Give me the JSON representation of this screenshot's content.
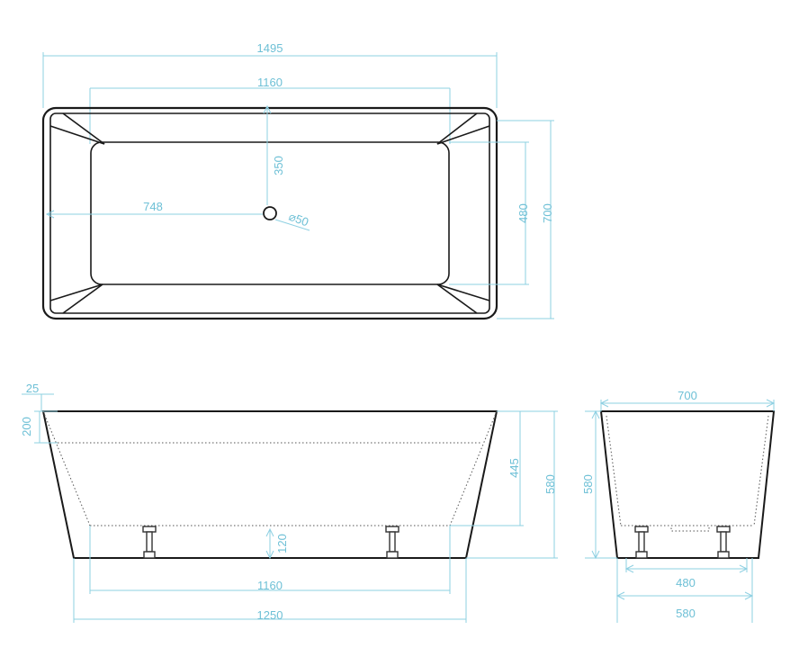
{
  "colors": {
    "outline": "#1a1a1a",
    "dimension": "#8ed0e2",
    "dimension_text": "#6ec0d6",
    "background": "#ffffff"
  },
  "top_view": {
    "overall_length": "1495",
    "inner_length": "1160",
    "drain_offset_y": "350",
    "drain_offset_x": "748",
    "drain_diameter": "⌀50",
    "inner_width": "480",
    "overall_width": "700"
  },
  "side_view": {
    "rim_thickness": "25",
    "rim_depth": "200",
    "inner_depth": "445",
    "overall_height": "580",
    "foot_height": "120",
    "base_inner_length": "1160",
    "base_length": "1250"
  },
  "end_view": {
    "top_width": "700",
    "height": "580",
    "feet_spacing": "480",
    "base_width": "580"
  }
}
